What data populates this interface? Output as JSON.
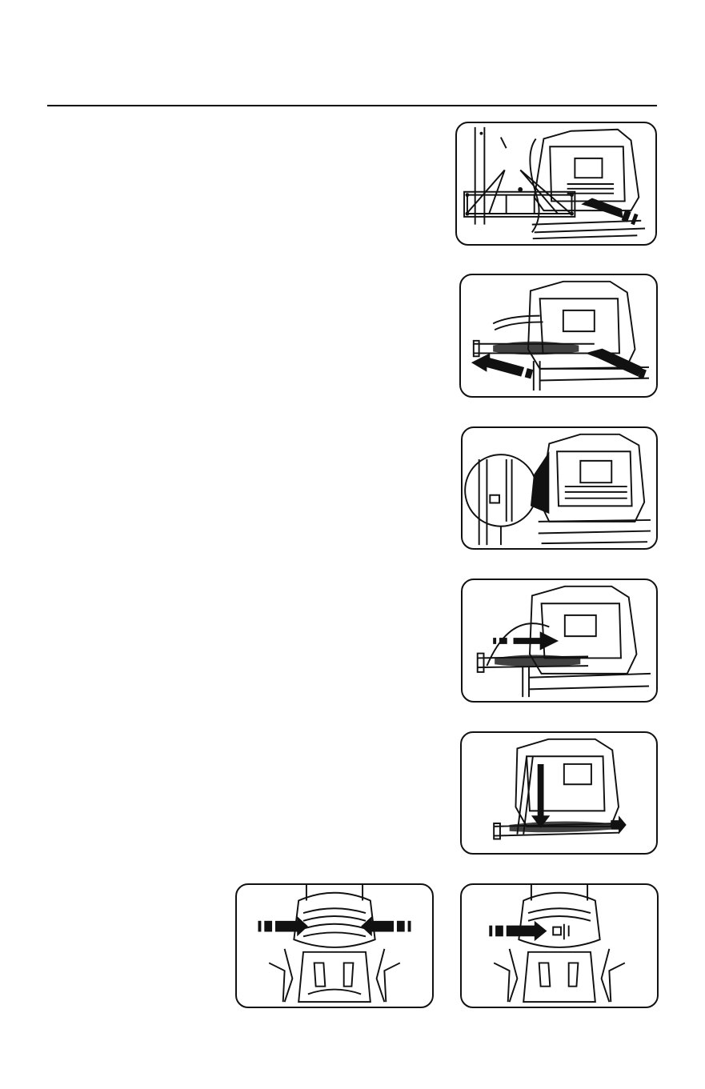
{
  "page": {
    "background": "#ffffff",
    "ink": "#111111"
  },
  "figures": [
    {
      "id": "fig-1",
      "depicts": "brushroll-cover-screws-removed",
      "icon": "arrow-icon"
    },
    {
      "id": "fig-2",
      "depicts": "brushroll-lifted-out",
      "icon": "arrow-icon"
    },
    {
      "id": "fig-3",
      "depicts": "belt-slot-detail-magnified",
      "icon": "magnifier-icon"
    },
    {
      "id": "fig-4",
      "depicts": "brushroll-slid-in",
      "icon": "arrow-icon"
    },
    {
      "id": "fig-5",
      "depicts": "brushroll-pressed-into-place",
      "icon": "arrow-icon"
    },
    {
      "id": "fig-6",
      "depicts": "hose-squeezed-from-both-sides",
      "icon": "arrow-icon"
    },
    {
      "id": "fig-7",
      "depicts": "hose-release-latch-pressed",
      "icon": "arrow-icon"
    }
  ]
}
